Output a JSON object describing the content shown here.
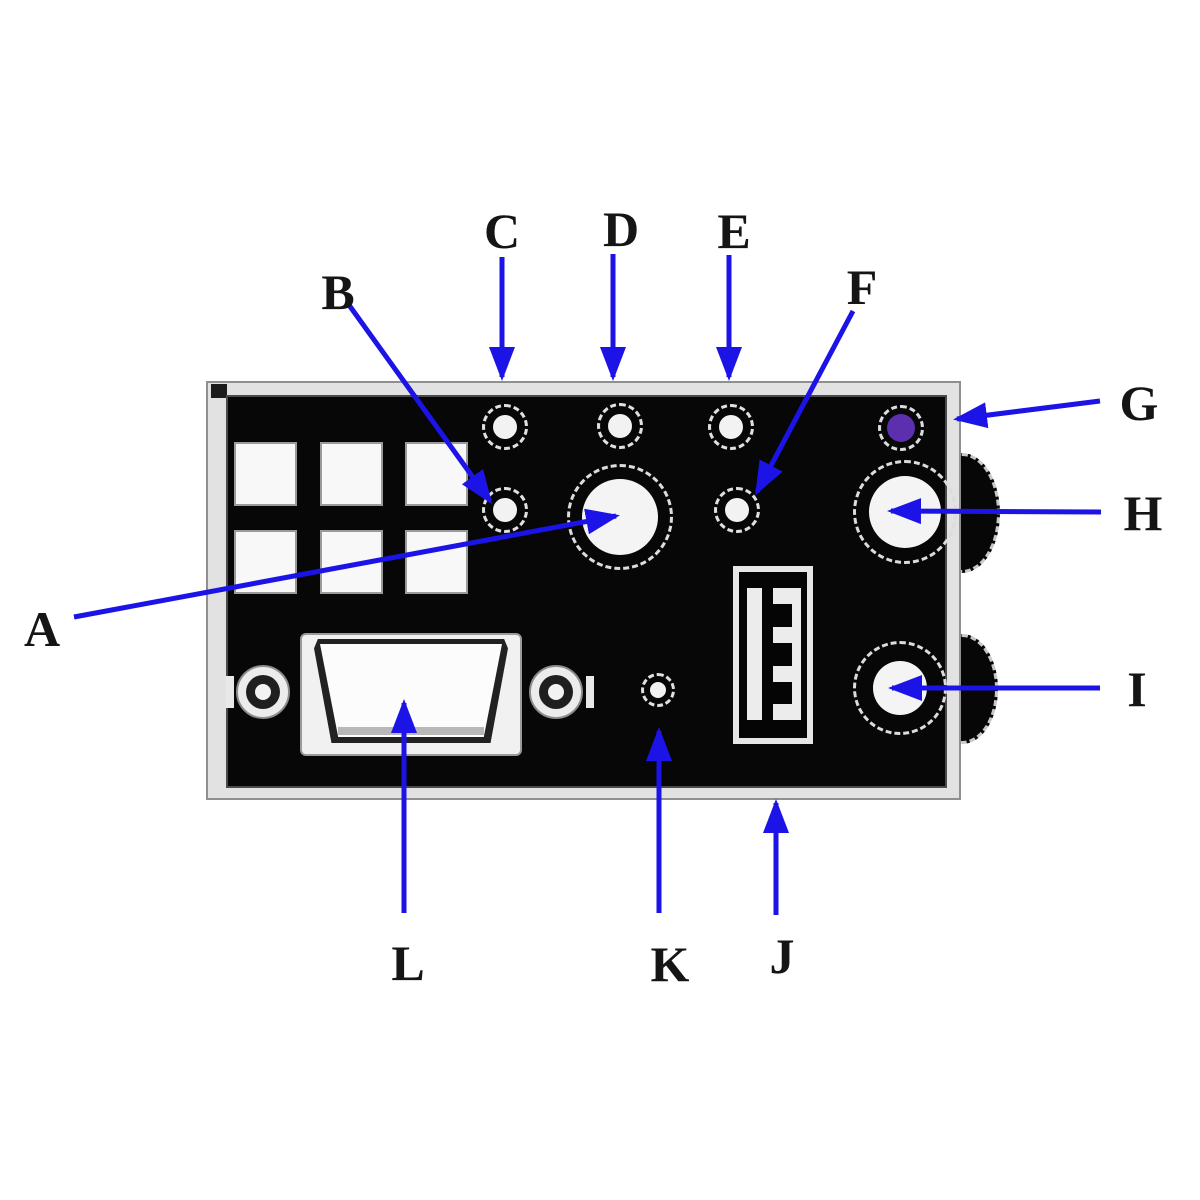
{
  "callout_labels": {
    "a": "A",
    "b": "B",
    "c": "C",
    "d": "D",
    "e": "E",
    "f": "F",
    "g": "G",
    "h": "H",
    "i": "I",
    "j": "J",
    "k": "K",
    "l": "L"
  },
  "colors": {
    "arrow": "#1c13e6",
    "connector_g_purple": "#5b2fae",
    "panel_face": "#070707",
    "panel_frame": "#e2e2e2"
  }
}
